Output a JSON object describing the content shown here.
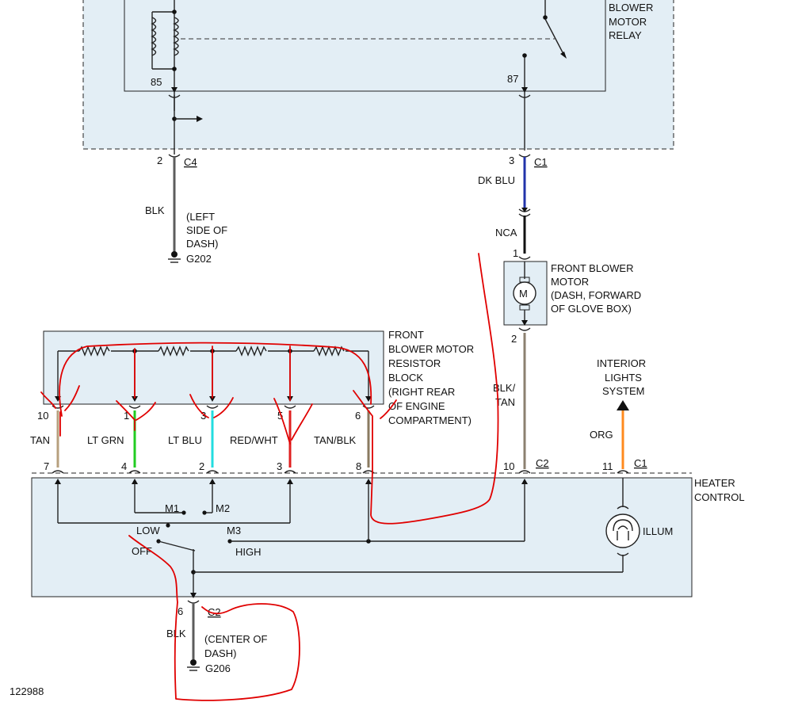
{
  "title": "",
  "diagram_id": "122988",
  "relay": {
    "label_lines": [
      "BLOWER",
      "MOTOR",
      "RELAY"
    ],
    "pin_85": "85",
    "pin_87": "87",
    "left_pin": "2",
    "left_conn": "C4",
    "right_pin": "3",
    "right_conn": "C1"
  },
  "ground_left": {
    "wire_color": "BLK",
    "location_lines": [
      "(LEFT",
      "SIDE OF",
      "DASH)"
    ],
    "ground_id": "G202"
  },
  "blower_motor": {
    "wire_in": "DK BLU",
    "wire_nca": "NCA",
    "pin_top": "1",
    "pin_bottom": "2",
    "symbol": "M",
    "label_lines": [
      "FRONT BLOWER",
      "MOTOR",
      "(DASH, FORWARD",
      "OF GLOVE BOX)"
    ],
    "wire_out_lines": [
      "BLK/",
      "TAN"
    ]
  },
  "resistor_block": {
    "label_lines": [
      "FRONT",
      "BLOWER MOTOR",
      "RESISTOR",
      "BLOCK",
      "(RIGHT REAR",
      "OF ENGINE",
      "COMPARTMENT)"
    ],
    "pins": [
      "10",
      "1",
      "3",
      "5",
      "6"
    ]
  },
  "wires": [
    {
      "name": "TAN",
      "color": "#b7a07e",
      "hc_pin": "7"
    },
    {
      "name": "LT GRN",
      "color": "#22cc22",
      "hc_pin": "4"
    },
    {
      "name": "LT BLU",
      "color": "#22dde0",
      "hc_pin": "2"
    },
    {
      "name": "RED/WHT",
      "color": "#e02020",
      "hc_pin": "3"
    },
    {
      "name": "TAN/BLK",
      "color": "#8a7a60",
      "hc_pin": "8"
    }
  ],
  "interior_lights": {
    "label_lines": [
      "INTERIOR",
      "LIGHTS",
      "SYSTEM"
    ],
    "wire_color": "ORG",
    "pin": "11",
    "conn": "C1"
  },
  "heater_control": {
    "label_lines": [
      "HEATER",
      "CONTROL"
    ],
    "blower_pin": "10",
    "blower_conn": "C2",
    "switch": {
      "m1": "M1",
      "m2": "M2",
      "m3": "M3",
      "low": "LOW",
      "off": "OFF",
      "high": "HIGH"
    },
    "illum": "ILLUM"
  },
  "ground_bottom": {
    "pin": "6",
    "conn": "C2",
    "wire_color": "BLK",
    "location_lines": [
      "(CENTER OF",
      "DASH)"
    ],
    "ground_id": "G206"
  },
  "colors": {
    "box_fill": "#e3eef5",
    "dk_blu": "#2233aa",
    "blk": "#555555",
    "blk_tan": "#8c8070",
    "org": "#ff8a1e",
    "annotation_red": "#e00000"
  }
}
